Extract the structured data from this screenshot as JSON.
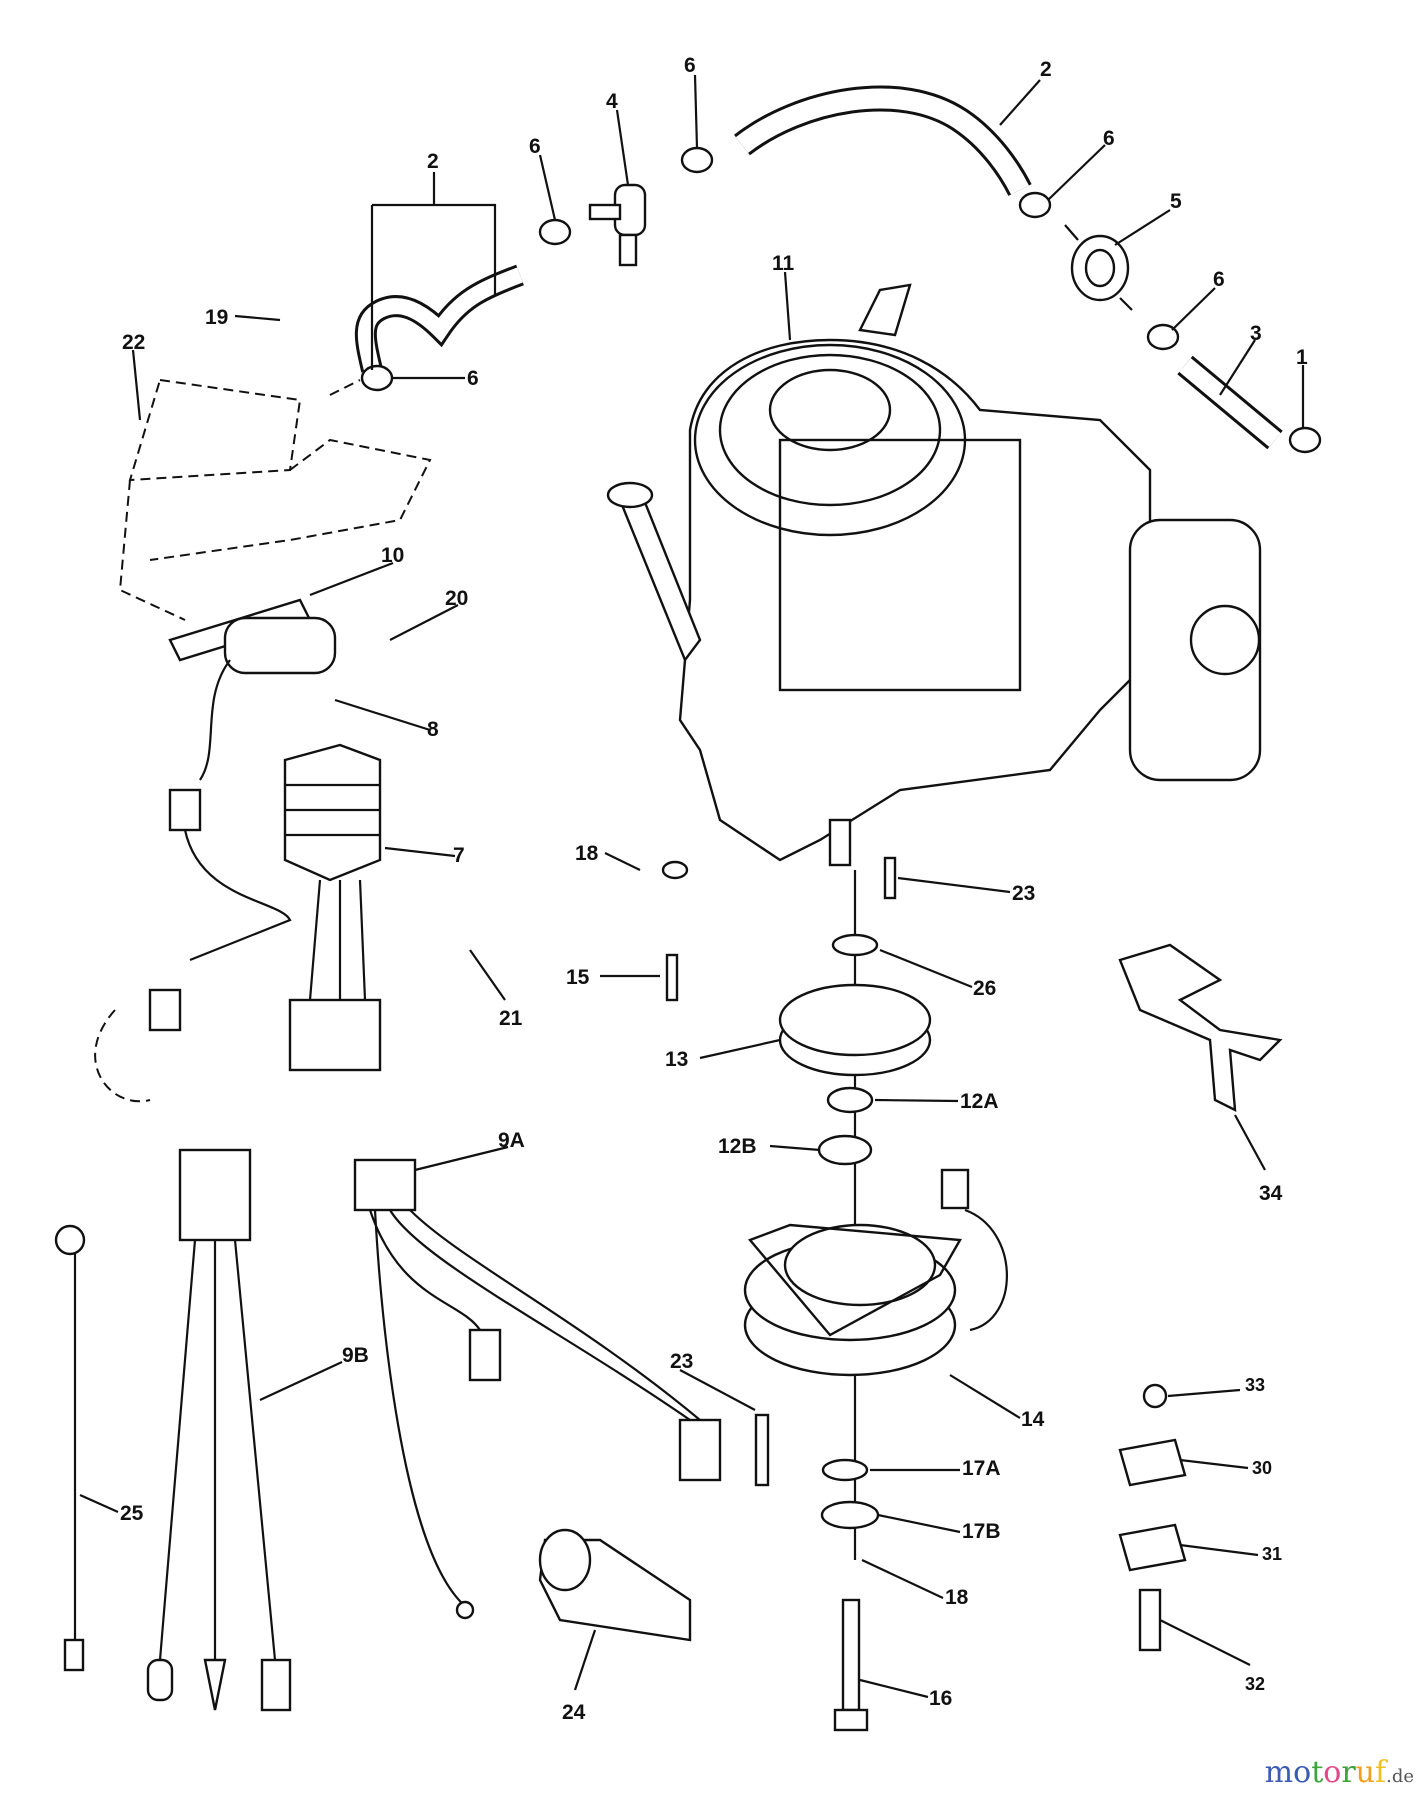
{
  "callouts": {
    "c1": "1",
    "c2a": "2",
    "c2b": "2",
    "c3": "3",
    "c4": "4",
    "c5": "5",
    "c6a": "6",
    "c6b": "6",
    "c6c": "6",
    "c6d": "6",
    "c6e": "6",
    "c7": "7",
    "c8": "8",
    "c9a": "9A",
    "c9b": "9B",
    "c10": "10",
    "c11": "11",
    "c12a": "12A",
    "c12b": "12B",
    "c13": "13",
    "c14": "14",
    "c15": "15",
    "c16": "16",
    "c17a": "17A",
    "c17b": "17B",
    "c18a": "18",
    "c18b": "18",
    "c19": "19",
    "c20": "20",
    "c21": "21",
    "c22": "22",
    "c23a": "23",
    "c23b": "23",
    "c24": "24",
    "c25": "25",
    "c26": "26",
    "c30": "30",
    "c31": "31",
    "c32": "32",
    "c33": "33",
    "c34": "34"
  },
  "watermark": {
    "text": "motoruf.de",
    "letters": [
      "m",
      "o",
      "t",
      "o",
      "r",
      "u",
      "f"
    ],
    "suffix": ".de",
    "colors": [
      "#3b5bb5",
      "#3b5bb5",
      "#3aa33a",
      "#e04a8a",
      "#3aa33a",
      "#f0a020",
      "#f0c020"
    ]
  }
}
